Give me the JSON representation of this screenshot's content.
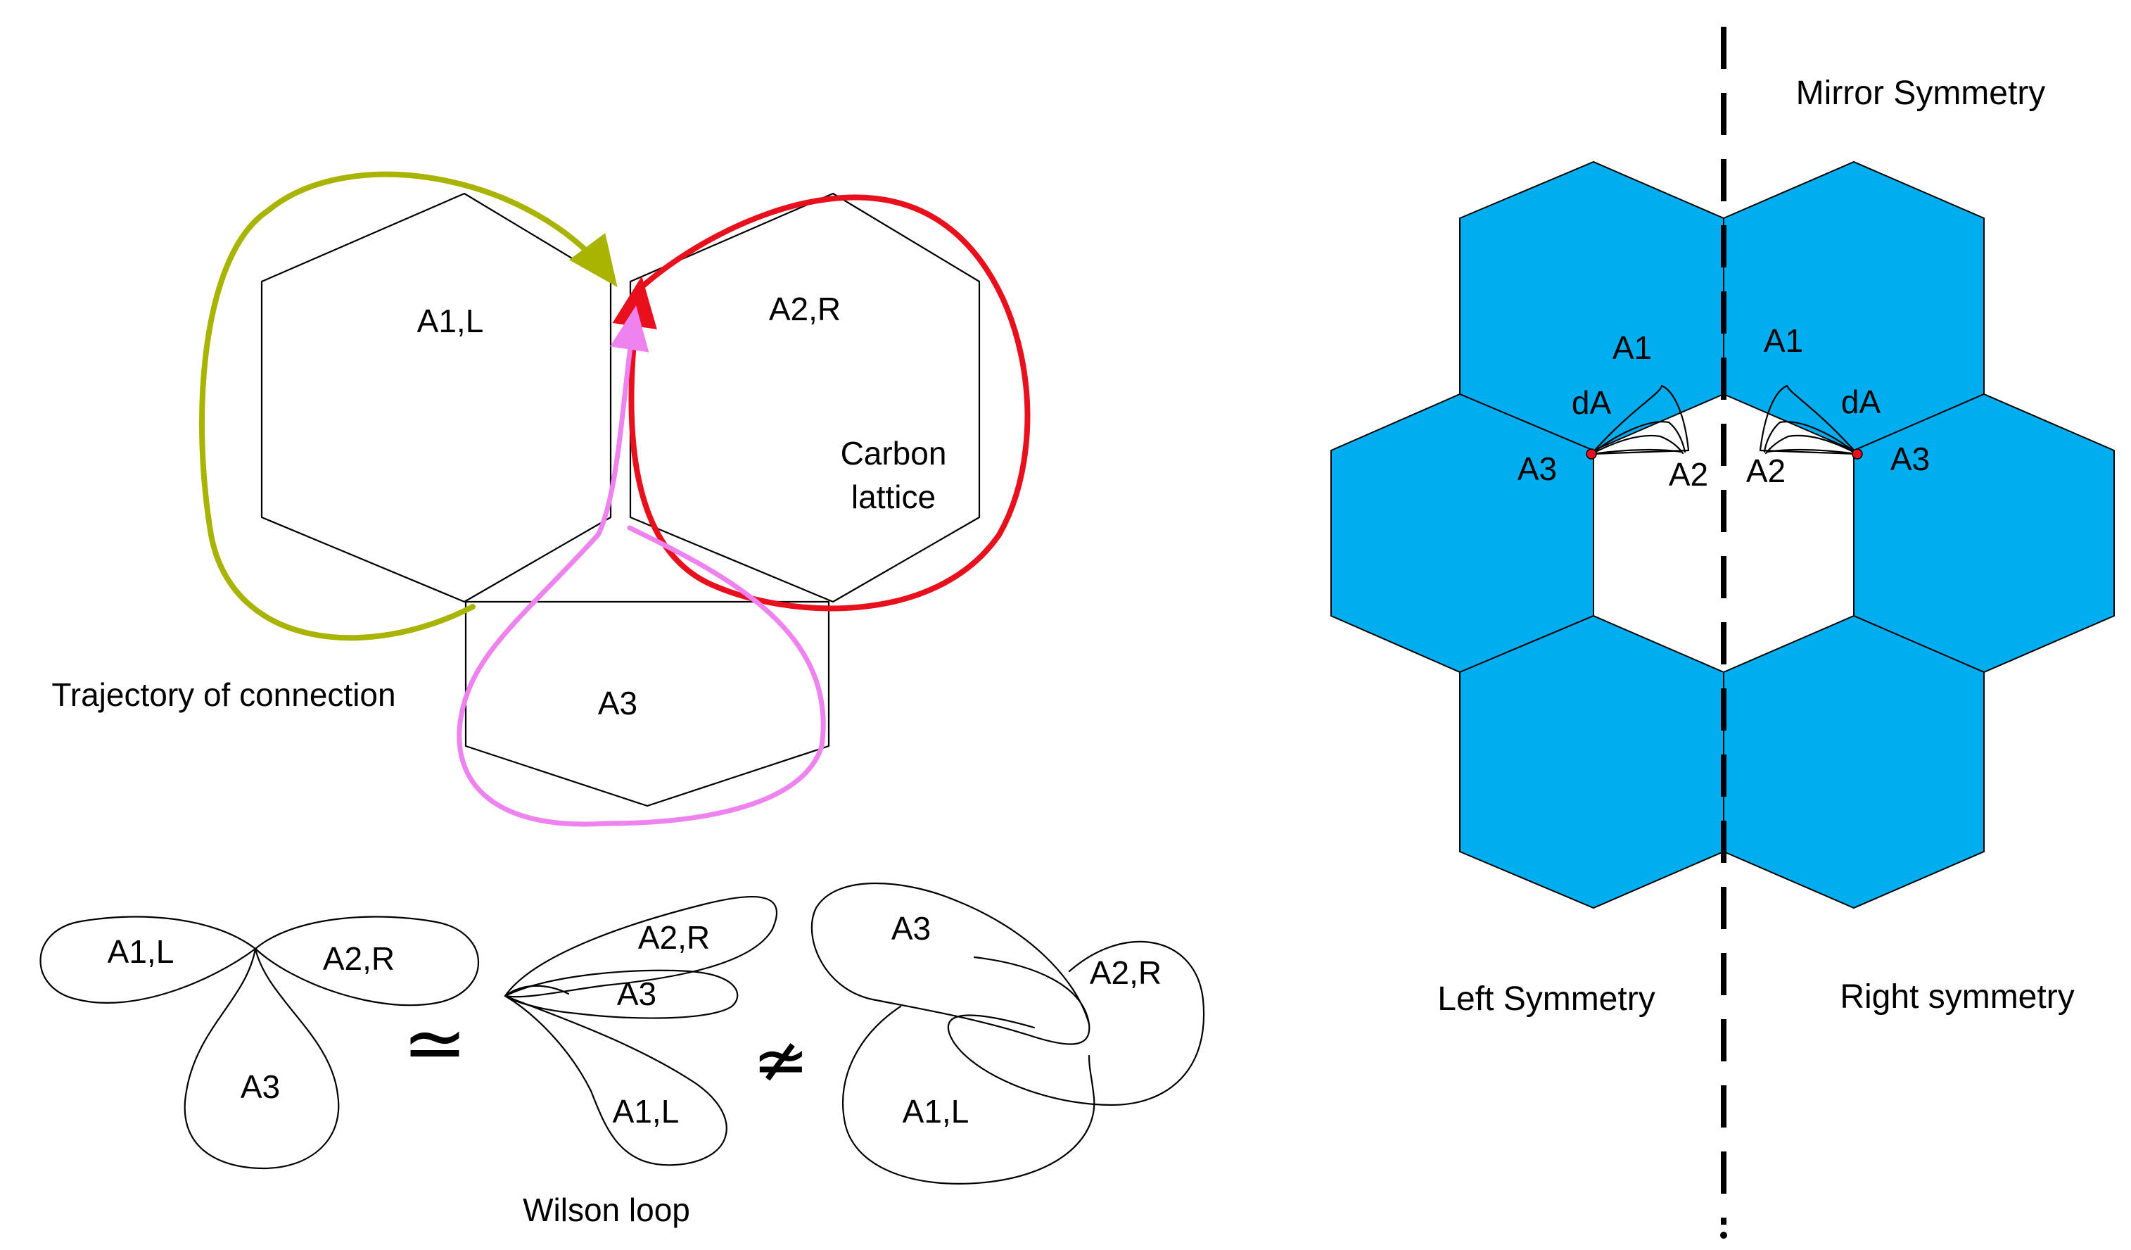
{
  "colors": {
    "hex_fill": "#00AEEF",
    "loop_left": "#A8B400",
    "loop_right": "#E8101C",
    "loop_bottom": "#EE82EE",
    "ink": "#000000",
    "vertex_dot": "#E8101C"
  },
  "lattice": {
    "hex_a1": "A1,L",
    "hex_a2": "A2,R",
    "hex_a3": "A3",
    "carbon_line1": "Carbon",
    "carbon_line2": "lattice",
    "trajectory": "Trajectory of connection"
  },
  "wilson": {
    "group1": {
      "a1": "A1,L",
      "a2": "A2,R",
      "a3": "A3"
    },
    "equiv_symbol": "≃",
    "group2": {
      "a2": "A2,R",
      "a3": "A3",
      "a1": "A1,L"
    },
    "notequiv_symbol": "≄",
    "group3": {
      "a3": "A3",
      "a2": "A2,R",
      "a1": "A1,L"
    },
    "caption": "Wilson loop"
  },
  "mirror": {
    "title": "Mirror Symmetry",
    "left_caption": "Left Symmetry",
    "right_caption": "Right symmetry",
    "left": {
      "a1": "A1",
      "da": "dA",
      "a3": "A3",
      "a2": "A2"
    },
    "right": {
      "a1": "A1",
      "da": "dA",
      "a3": "A3",
      "a2": "A2"
    }
  }
}
